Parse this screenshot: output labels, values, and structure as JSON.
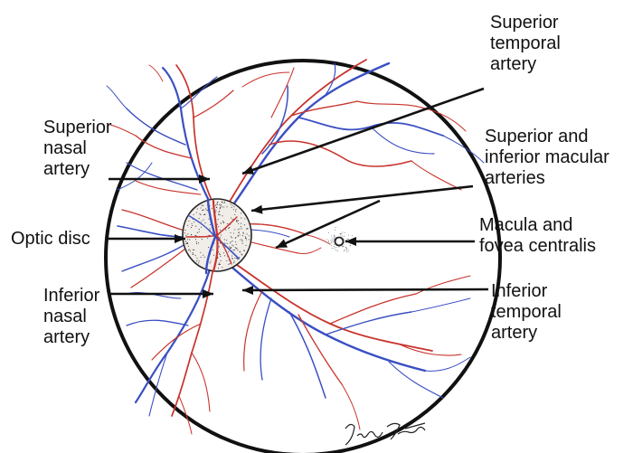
{
  "colors": {
    "artery": "#c8332c",
    "vein": "#3a4fc2",
    "outline": "#111111",
    "disc_fill": "#f1eeea",
    "text": "#111111"
  },
  "labels": {
    "superior_temporal_artery": [
      "Superior",
      "temporal",
      "artery"
    ],
    "superior_nasal_artery": [
      "Superior",
      "nasal",
      "artery"
    ],
    "superior_inferior_macular_arteries": [
      "Superior and",
      "inferior macular",
      "arteries"
    ],
    "optic_disc": [
      "Optic disc"
    ],
    "macula_fovea": [
      "Macula and",
      "fovea centralis"
    ],
    "inferior_nasal_artery": [
      "Inferior",
      "nasal",
      "artery"
    ],
    "inferior_temporal_artery": [
      "Inferior",
      "temporal",
      "artery"
    ]
  },
  "signature": "Valerie Loster"
}
